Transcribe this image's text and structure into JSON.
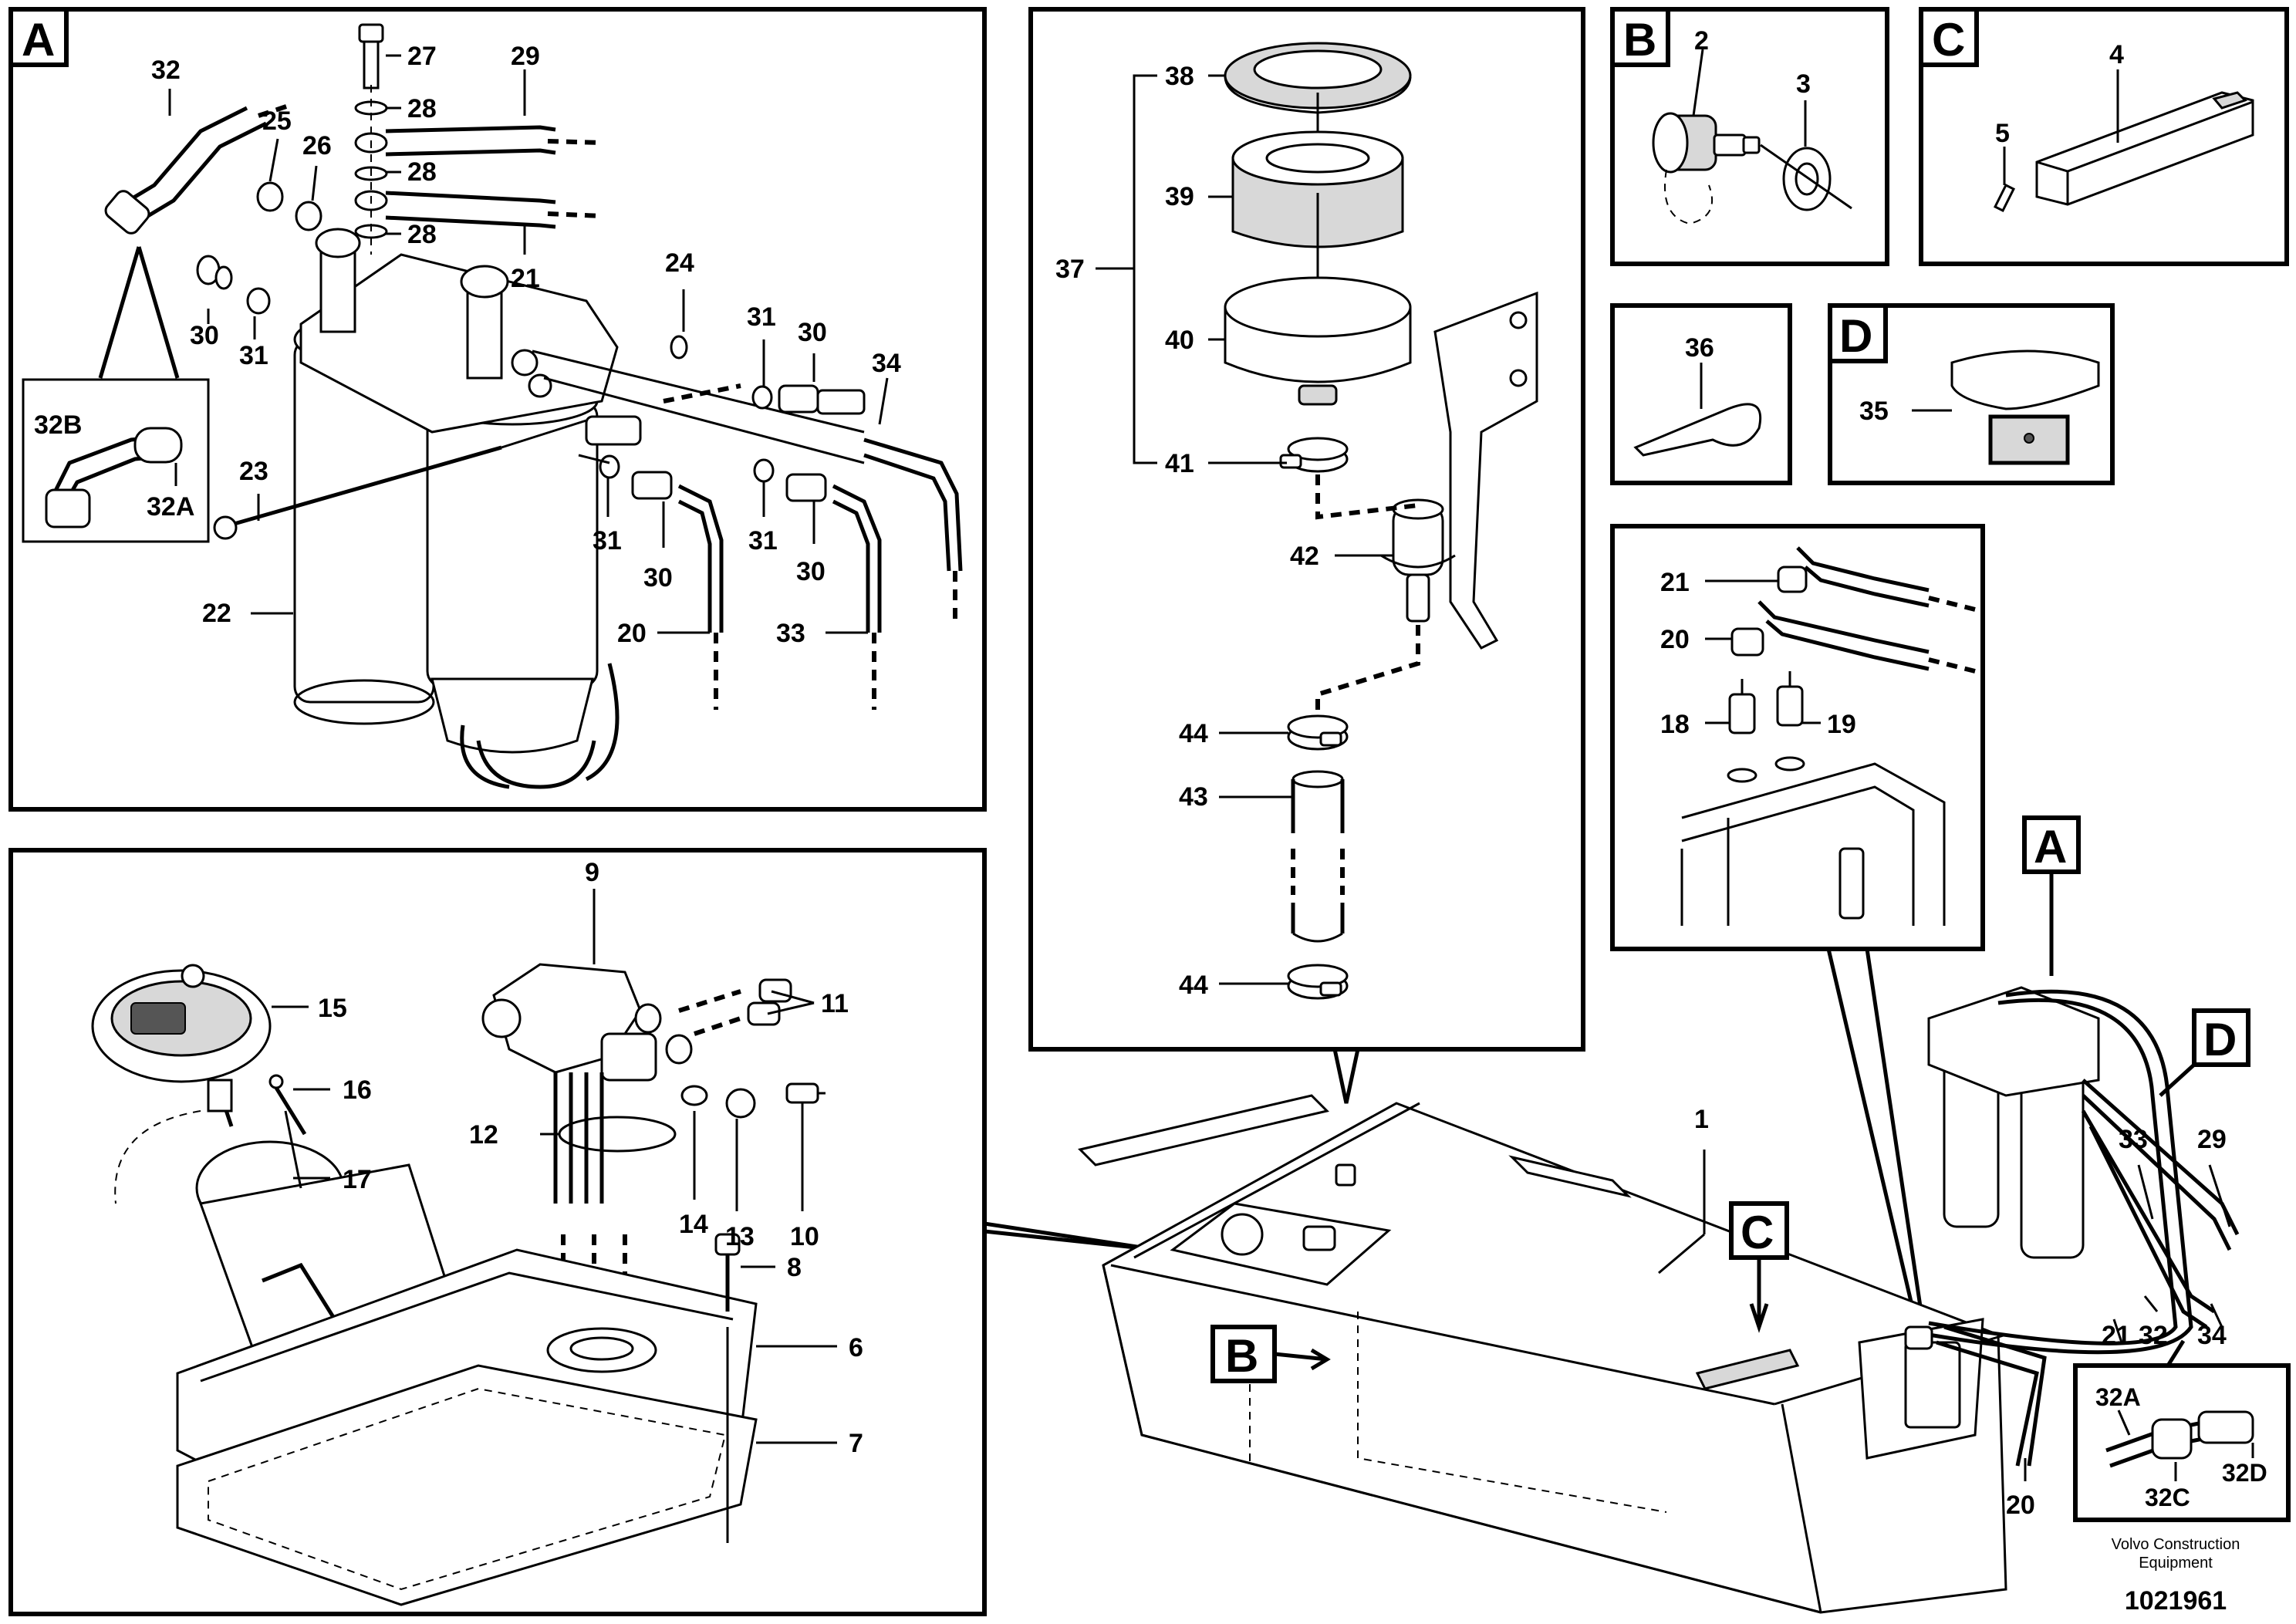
{
  "panels": {
    "A": "A",
    "B": "B",
    "C": "C",
    "D": "D"
  },
  "main_tags": {
    "A": "A",
    "B": "B",
    "C": "C",
    "D": "D"
  },
  "callouts": {
    "p1": "1",
    "p2": "2",
    "p3": "3",
    "p4": "4",
    "p5": "5",
    "p6": "6",
    "p7": "7",
    "p8": "8",
    "p9": "9",
    "p10": "10",
    "p11": "11",
    "p12": "12",
    "p13": "13",
    "p14": "14",
    "p15": "15",
    "p16": "16",
    "p17": "17",
    "p18": "18",
    "p19": "19",
    "p20": "20",
    "p21": "21",
    "p22": "22",
    "p23": "23",
    "p24": "24",
    "p25": "25",
    "p26": "26",
    "p27": "27",
    "p28": "28",
    "p29": "29",
    "p30": "30",
    "p31": "31",
    "p32": "32",
    "p32A": "32A",
    "p32B": "32B",
    "p32C": "32C",
    "p32D": "32D",
    "p33": "33",
    "p34": "34",
    "p35": "35",
    "p36": "36",
    "p37": "37",
    "p38": "38",
    "p39": "39",
    "p40": "40",
    "p41": "41",
    "p42": "42",
    "p43": "43",
    "p44": "44"
  },
  "footer": {
    "brand_line1": "Volvo Construction",
    "brand_line2": "Equipment",
    "doc_number": "1021961"
  }
}
